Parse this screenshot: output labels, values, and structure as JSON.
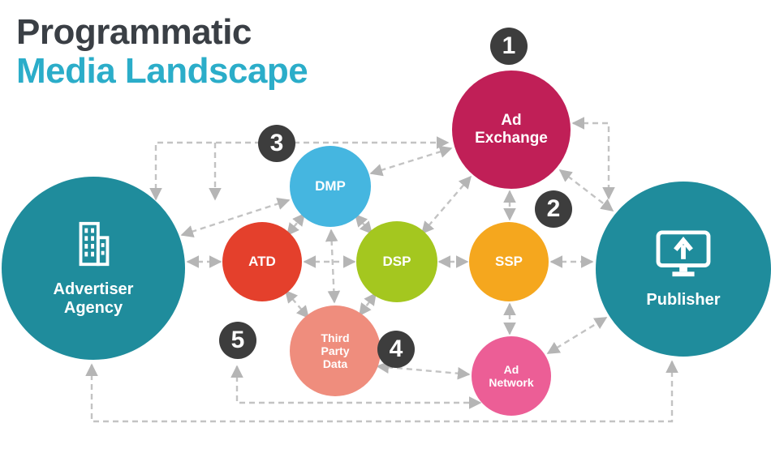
{
  "title": {
    "line1": "Programmatic",
    "line2": "Media Landscape",
    "line1_color": "#3a3f45",
    "line2_color": "#2badc9"
  },
  "nodes": {
    "advertiser_agency": {
      "label": "Advertiser Agency",
      "color": "#1f8c9c",
      "icon": "building-icon"
    },
    "publisher": {
      "label": "Publisher",
      "color": "#1f8c9c",
      "icon": "monitor-upload-icon"
    },
    "ad_exchange": {
      "label": "Ad Exchange",
      "color": "#c01f57"
    },
    "dmp": {
      "label": "DMP",
      "color": "#45b6e0"
    },
    "atd": {
      "label": "ATD",
      "color": "#e4402c"
    },
    "dsp": {
      "label": "DSP",
      "color": "#a4c71f"
    },
    "ssp": {
      "label": "SSP",
      "color": "#f5a71e"
    },
    "third_party_data": {
      "label": "Third Party Data",
      "color": "#ef8d7d"
    },
    "ad_network": {
      "label": "Ad Network",
      "color": "#ec5e96"
    }
  },
  "badges": [
    {
      "number": "1"
    },
    {
      "number": "2"
    },
    {
      "number": "3"
    },
    {
      "number": "4"
    },
    {
      "number": "5"
    }
  ],
  "style": {
    "badge_color": "#3d3d3d",
    "connector_color": "#c3c3c3",
    "background": "#ffffff",
    "node_text_color": "#ffffff"
  }
}
